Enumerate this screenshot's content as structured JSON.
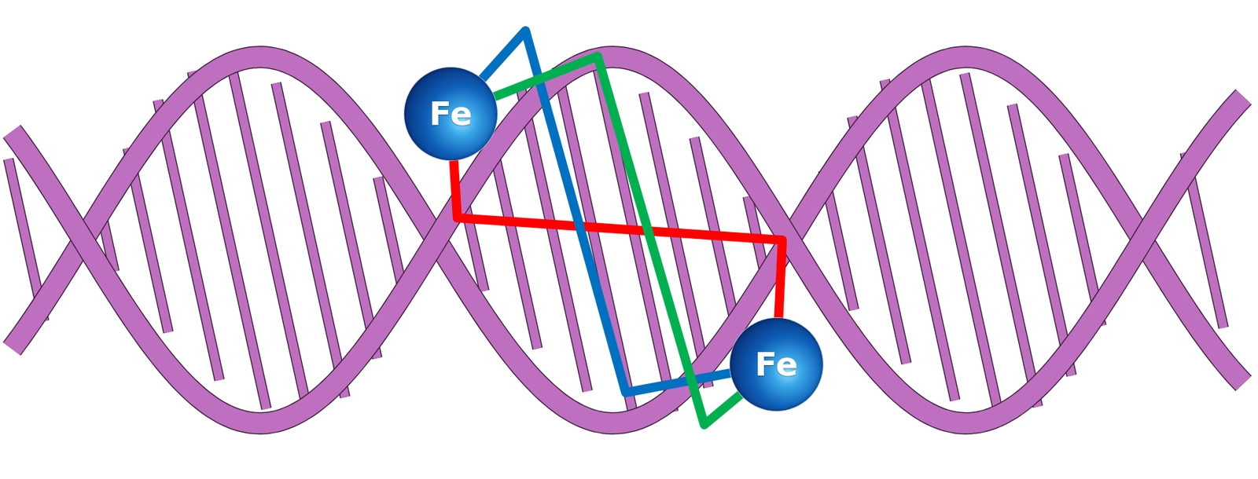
{
  "diagram": {
    "nodes": [
      {
        "text": [
          "Fe"
        ]
      },
      {
        "text": [
          "Fe"
        ]
      }
    ],
    "edges": [
      {
        "from": 0,
        "to": 1,
        "arrow": "none"
      },
      {
        "from": 0,
        "to": 1,
        "arrow": "none"
      },
      {
        "from": 0,
        "to": 1,
        "arrow": "none"
      }
    ]
  }
}
